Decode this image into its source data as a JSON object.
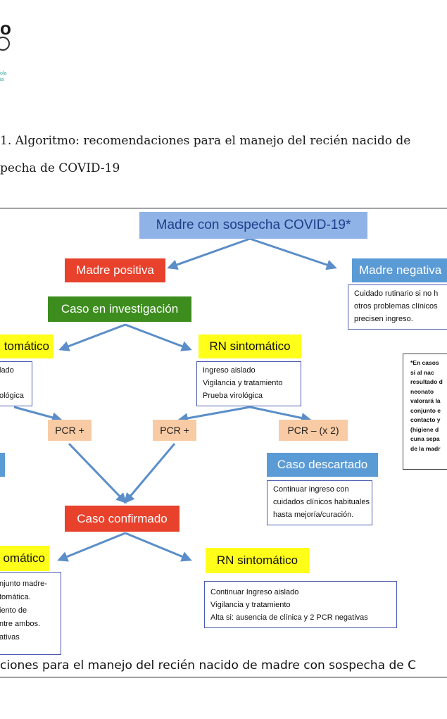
{
  "logo": {
    "mark": "o",
    "small_lines": [
      "ola",
      "ia"
    ]
  },
  "heading": {
    "line1": "1. Algoritmo: recomendaciones para el manejo del recién nacido de",
    "line2": "pecha de COVID-19"
  },
  "flow": {
    "root": "Madre con sospecha COVID-19*",
    "madre_positiva": "Madre positiva",
    "madre_negativa": "Madre negativa",
    "negativa_note": [
      "Cuidado rutinario si no h",
      "otros problemas clínicos",
      "precisen ingreso."
    ],
    "caso_investigacion": "Caso en investigación",
    "asintomatico_partial": "tomático",
    "asintomatico_note": [
      "lado",
      "",
      "ológica"
    ],
    "rn_sintomatico": "RN sintomático",
    "sintomatico_note": [
      "Ingreso aislado",
      "Vigilancia y tratamiento",
      "Prueba virológica"
    ],
    "pcr_pos_1": "PCR +",
    "pcr_pos_2": "PCR +",
    "pcr_neg": "PCR – (x 2)",
    "caso_descartado": "Caso descartado",
    "descartado_note": [
      "Continuar ingreso con",
      "cuidados clínicos habituales",
      "hasta mejoría/curación."
    ],
    "caso_confirmado": "Caso confirmado",
    "asintomatico2_partial": "omático",
    "asintomatico2_note": [
      "njunto madre-",
      "tomática.",
      "iento de",
      "ntre ambos.",
      "ativas"
    ],
    "rn_sintomatico_2": "RN sintomático",
    "sintomatico2_note": [
      "Continuar Ingreso aislado",
      "Vigilancia y tratamiento",
      "Alta si: ausencia de clínica y 2 PCR negativas"
    ]
  },
  "side_note": [
    "*En casos",
    "si al nac",
    "resultado d",
    "neonato",
    "valorará la",
    "conjunto e",
    "contacto y",
    "(higiene d",
    "cuna sepa",
    "de la madr"
  ],
  "caption": "ciones para el manejo del recién nacido de madre con sospecha de C",
  "colors": {
    "root_bg": "#8fb3e6",
    "red": "#e8412c",
    "green": "#3c8d1d",
    "yellow": "#ffff1a",
    "peach": "#f8cba4",
    "blue": "#5b9bd5",
    "arrow": "#5b8ec9"
  }
}
